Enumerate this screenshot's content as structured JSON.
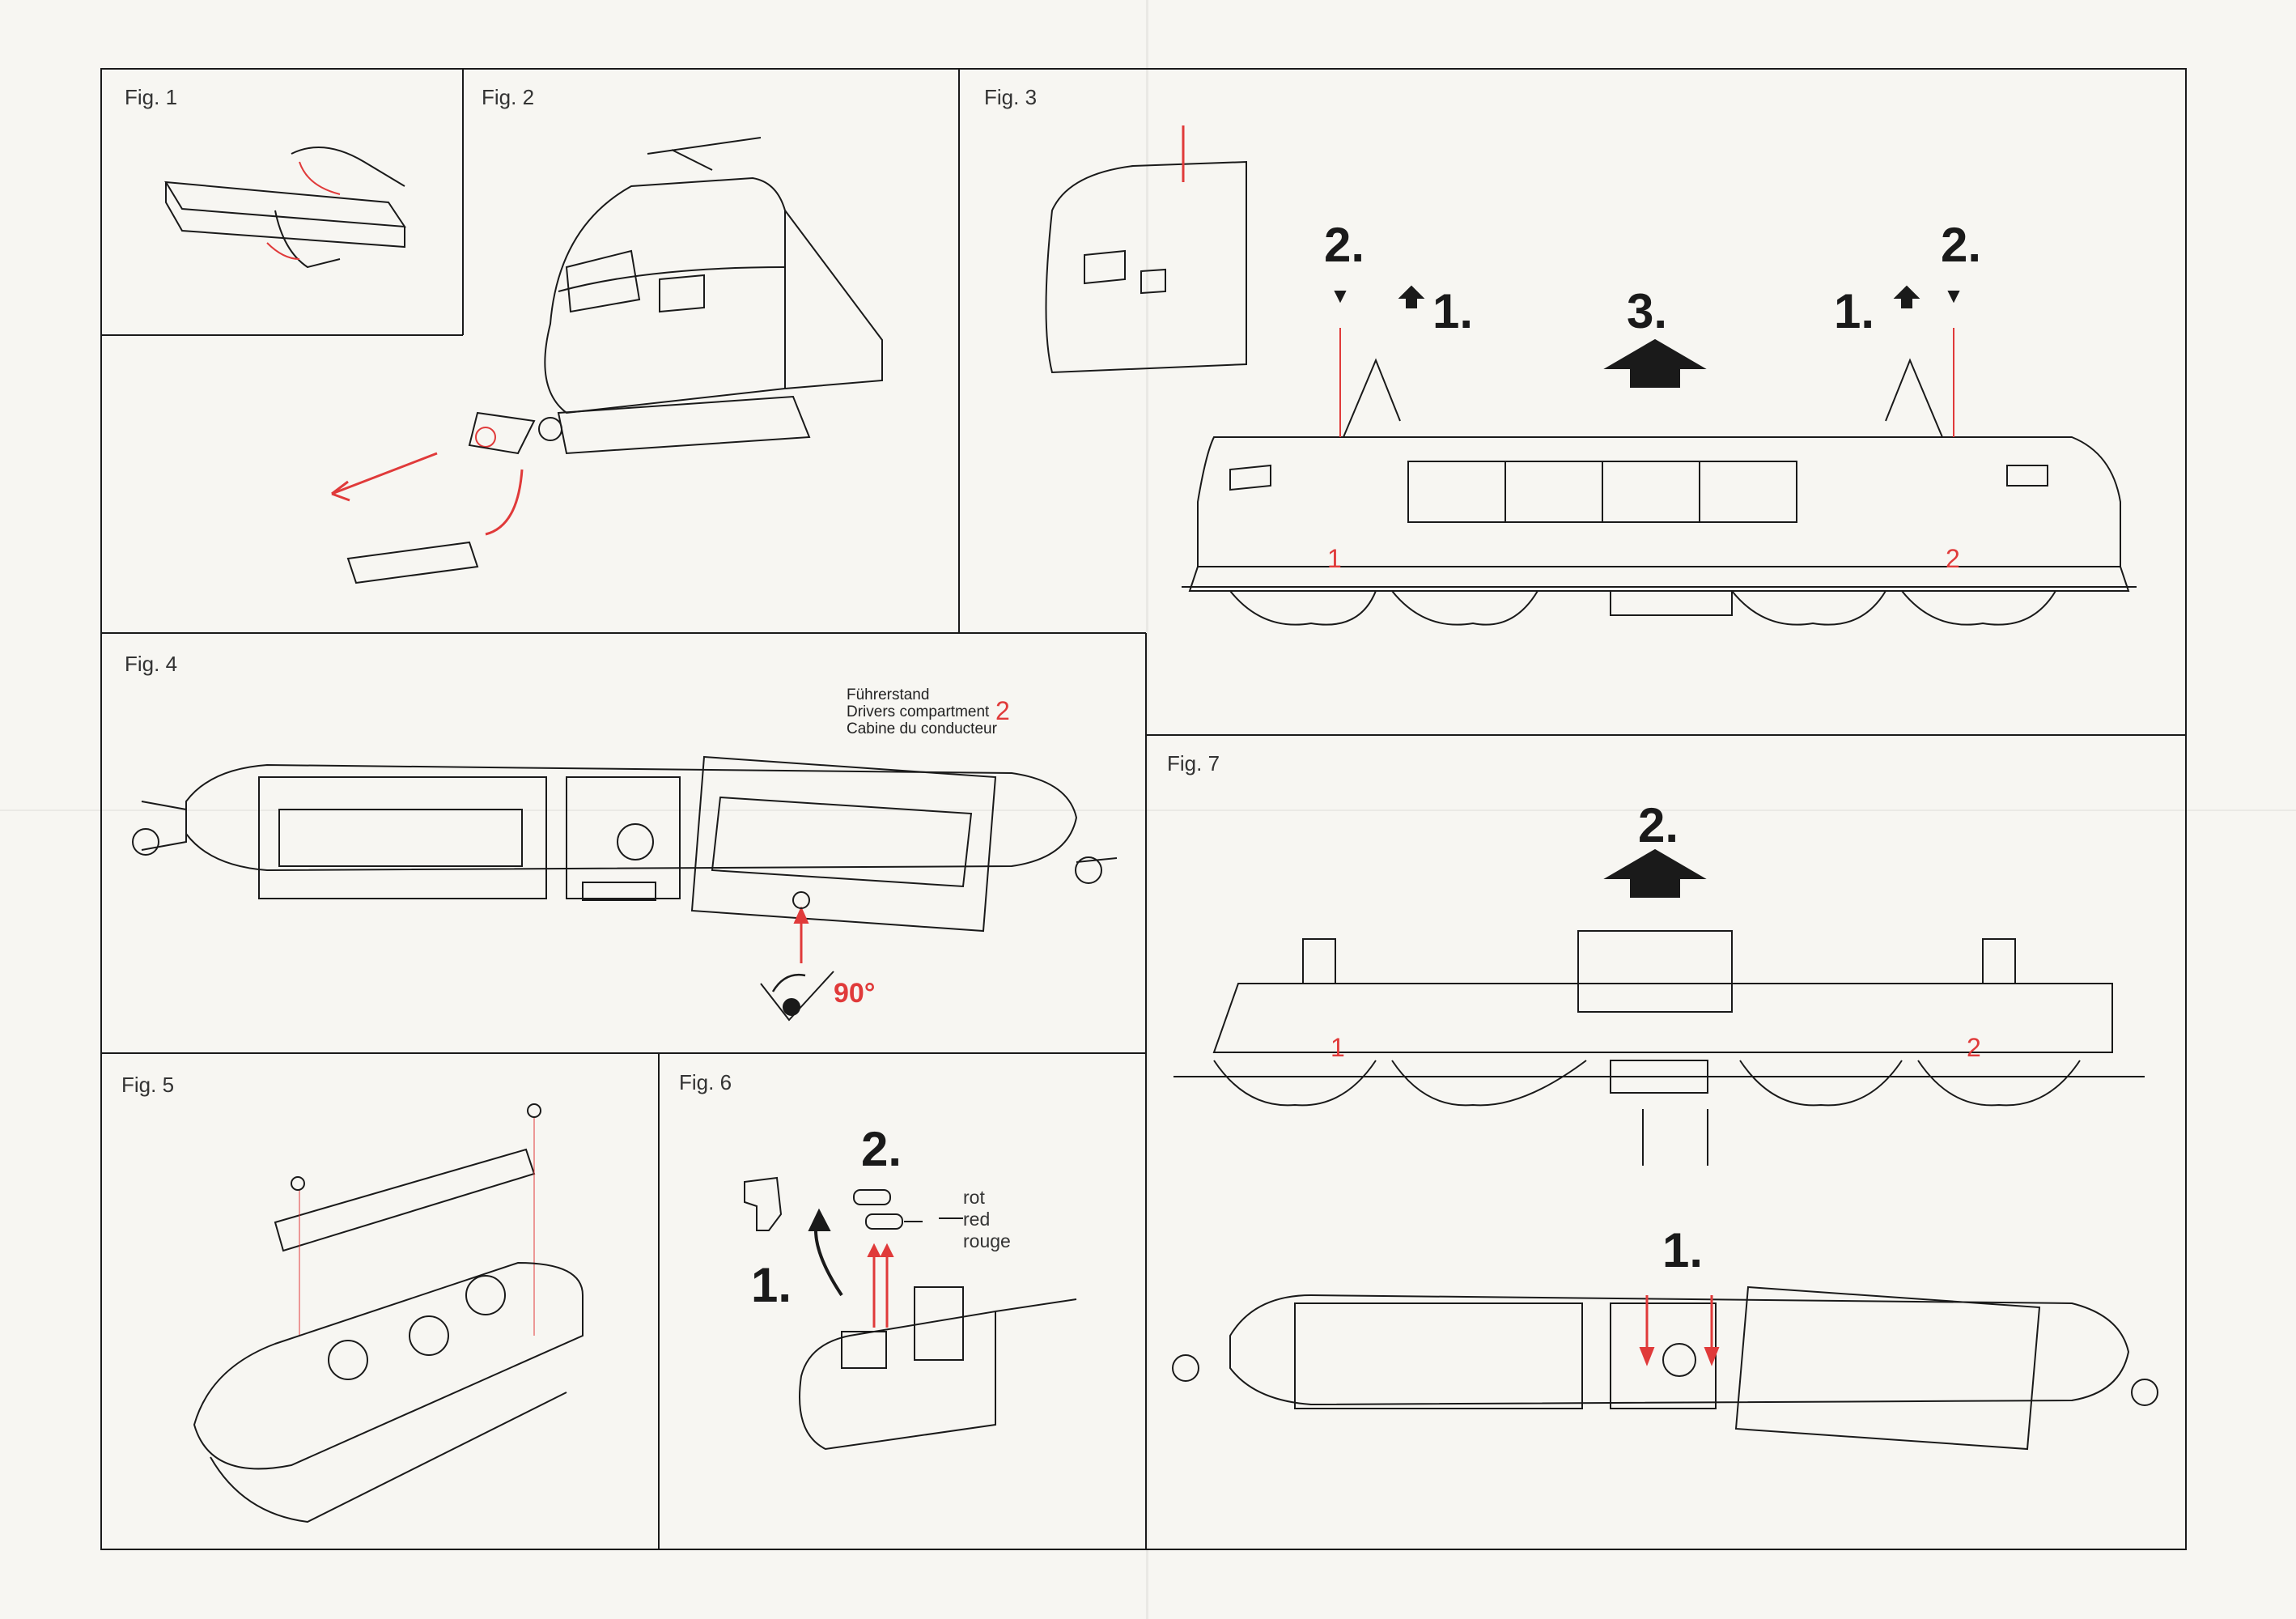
{
  "figures": {
    "fig1": {
      "label": "Fig. 1"
    },
    "fig2": {
      "label": "Fig. 2"
    },
    "fig3": {
      "label": "Fig. 3",
      "steps": [
        "2.",
        "1.",
        "3.",
        "1.",
        "2."
      ],
      "markers": [
        "1",
        "2"
      ]
    },
    "fig4": {
      "label": "Fig. 4",
      "caption": [
        "Führerstand",
        "Drivers compartment",
        "Cabine du conducteur"
      ],
      "marker": "2",
      "angle": "90°"
    },
    "fig5": {
      "label": "Fig. 5"
    },
    "fig6": {
      "label": "Fig. 6",
      "steps": [
        "2.",
        "1."
      ],
      "color_note": [
        "rot",
        "red",
        "rouge"
      ]
    },
    "fig7": {
      "label": "Fig. 7",
      "steps": [
        "2.",
        "1."
      ],
      "markers": [
        "1",
        "2"
      ]
    }
  },
  "colors": {
    "accent": "#e03a3a",
    "ink": "#1a1a1a",
    "paper": "#f7f6f2"
  }
}
